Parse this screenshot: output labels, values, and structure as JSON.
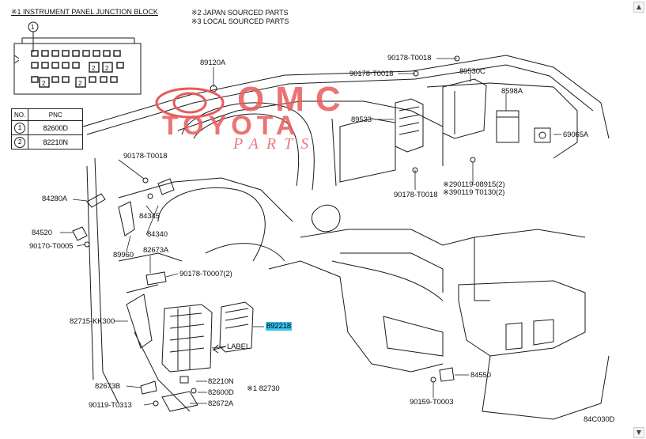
{
  "header": {
    "note1": "※1 INSTRUMENT PANEL JUNCTION BLOCK",
    "note2": "※2 JAPAN SOURCED PARTS",
    "note3": "※3 LOCAL SOURCED PARTS"
  },
  "inset": {
    "callout": "1",
    "slot_mark": "2"
  },
  "pnc_table": {
    "headers": [
      "NO.",
      "PNC"
    ],
    "rows": [
      {
        "no": "1",
        "pnc": "82600D"
      },
      {
        "no": "2",
        "pnc": "82210N"
      }
    ]
  },
  "watermark": {
    "line1": "OMC",
    "line2": "TOYOTA",
    "line3": "PARTS",
    "color": "#e23a3a"
  },
  "labels": {
    "p89120A": "89120A",
    "p90178_T0018_top": "90178-T0018",
    "p90178_T0018_b": "90178-T0018",
    "p89530C": "89530C",
    "p8598A": "8598A",
    "p89533": "89533",
    "p69065A": "69065A",
    "p90178_T0018_left": "90178-T0018",
    "p90178_T0018_low": "90178-T0018",
    "p90119_08915": "※290119-08915(2)",
    "p90119_T0130": "※390119  T0130(2)",
    "p84280A": "84280A",
    "p84345": "84345",
    "p84340": "84340",
    "p84520": "84520",
    "p90170_T0005": "90170-T0005",
    "p89960": "89960",
    "p82673A": "82673A",
    "p90178_T0007": "90178-T0007(2)",
    "p82715": "82715-KK300",
    "p892218": "892218",
    "label_note": "LABEL",
    "p82210N": "82210N",
    "p82600D": "82600D",
    "p82730": "※1 82730",
    "p82673B": "82673B",
    "p82672A": "82672A",
    "p90119_T0313": "90119-T0313",
    "p84550": "84550",
    "p90159_T0003": "90159-T0003",
    "figure_code": "84C030D"
  },
  "highlight_color": "#39c2ef"
}
